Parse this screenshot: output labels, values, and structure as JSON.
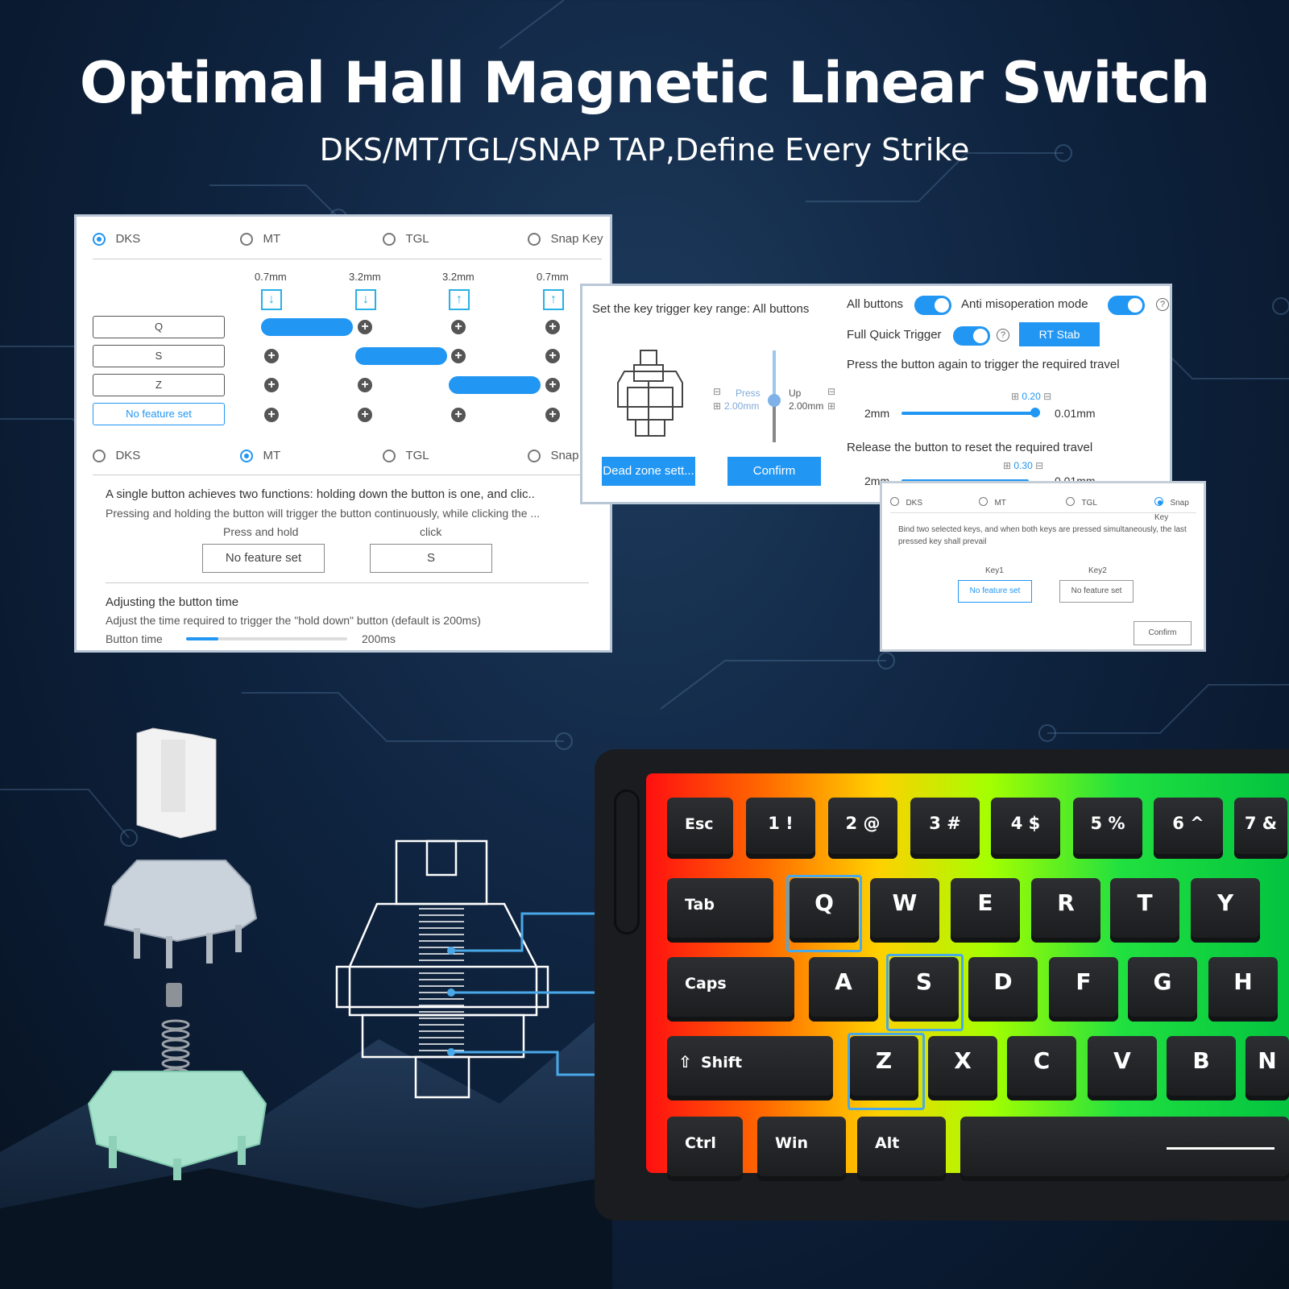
{
  "headline": "Optimal Hall Magnetic Linear Switch",
  "subline": "DKS/MT/TGL/SNAP TAP,Define Every Strike",
  "colors": {
    "accent": "#2196f3",
    "highlight": "#49a8e8",
    "background": "#0f2440"
  },
  "panel_dks": {
    "modes": [
      "DKS",
      "MT",
      "TGL",
      "Snap Key"
    ],
    "selected_mode": "DKS",
    "depths": [
      "0.7mm",
      "3.2mm",
      "3.2mm",
      "0.7mm"
    ],
    "depth_icons": [
      "arrow-down-icon",
      "arrow-down-icon",
      "arrow-up-icon",
      "arrow-up-icon"
    ],
    "keys": [
      "Q",
      "S",
      "Z",
      "No feature set"
    ]
  },
  "panel_mt": {
    "modes": [
      "DKS",
      "MT",
      "TGL",
      "Snap"
    ],
    "selected_mode": "MT",
    "desc_line1": "A single button achieves two functions: holding down the button is one, and clic..",
    "desc_line2": "Pressing and holding the button will trigger the button continuously, while clicking the ...",
    "press_hold_label": "Press and hold",
    "click_label": "click",
    "press_hold_value": "No feature set",
    "click_value": "S",
    "adjust_title": "Adjusting the button time",
    "adjust_desc": "Adjust the time required to trigger the \"hold down\" button (default is 200ms)",
    "button_time_label": "Button time",
    "button_time_value": "200ms",
    "button_time_fraction": 0.2
  },
  "panel_trigger": {
    "range_label": "Set the key trigger key range: All buttons",
    "press_label": "Press",
    "press_value": "2.00mm",
    "up_label": "Up",
    "up_value": "2.00mm",
    "dead_zone_button": "Dead zone sett...",
    "confirm_button": "Confirm",
    "all_buttons_label": "All buttons",
    "anti_misoperation_label": "Anti misoperation mode",
    "full_quick_trigger_label": "Full Quick Trigger",
    "rt_stab_button": "RT Stab",
    "press_again_text": "Press the button again to trigger the required travel",
    "press_again_value": "0.20",
    "slider_min": "2mm",
    "slider_max": "0.01mm",
    "release_text": "Release the button to reset the required travel",
    "release_value": "0.30"
  },
  "panel_snap": {
    "modes": [
      "DKS",
      "MT",
      "TGL",
      "Snap Key"
    ],
    "selected_mode": "Snap Key",
    "desc": "Bind two selected keys, and when both keys are pressed simultaneously, the last pressed key shall prevail",
    "key1_label": "Key1",
    "key2_label": "Key2",
    "key1_value": "No feature set",
    "key2_value": "No feature set",
    "confirm_button": "Confirm"
  },
  "keyboard": {
    "row_numbers": [
      "Esc",
      "1 !",
      "2 @",
      "3 #",
      "4 $",
      "5 %",
      "6 ^",
      "7 &"
    ],
    "row_top": [
      "Tab",
      "Q",
      "W",
      "E",
      "R",
      "T",
      "Y"
    ],
    "row_home": [
      "Caps",
      "A",
      "S",
      "D",
      "F",
      "G",
      "H"
    ],
    "row_bottom": [
      "Shift",
      "Z",
      "X",
      "C",
      "V",
      "B",
      "N"
    ],
    "row_space": [
      "Ctrl",
      "Win",
      "Alt"
    ],
    "highlighted_keys": [
      "Q",
      "S",
      "Z"
    ]
  }
}
